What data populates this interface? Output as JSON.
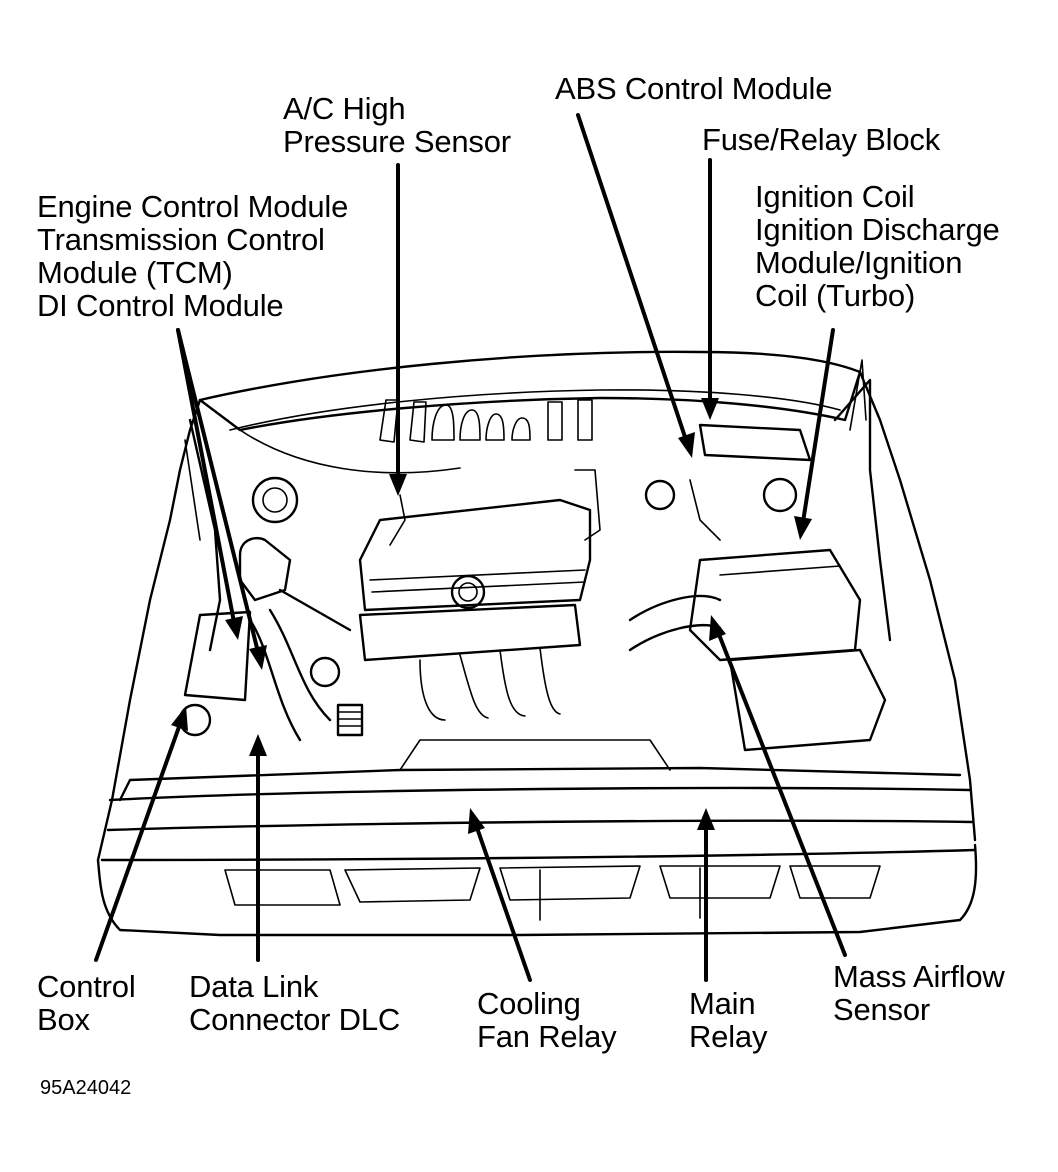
{
  "labels": {
    "ac_high_pressure_sensor": [
      "A/C High",
      "Pressure Sensor"
    ],
    "abs_control_module": [
      "ABS Control Module"
    ],
    "fuse_relay_block": [
      "Fuse/Relay Block"
    ],
    "engine_control_module": [
      "Engine Control Module",
      "Transmission Control",
      "Module (TCM)",
      "DI Control Module"
    ],
    "ignition_coil": [
      "Ignition Coil",
      "Ignition Discharge",
      "Module/Ignition",
      "Coil (Turbo)"
    ],
    "control_box": [
      "Control",
      "Box"
    ],
    "data_link_connector": [
      "Data Link",
      "Connector DLC"
    ],
    "cooling_fan_relay": [
      "Cooling",
      "Fan Relay"
    ],
    "main_relay": [
      "Main",
      "Relay"
    ],
    "mass_airflow_sensor": [
      "Mass Airflow",
      "Sensor"
    ]
  },
  "figure_code": "95A24042",
  "colors": {
    "ink": "#000000",
    "paper": "#ffffff"
  }
}
